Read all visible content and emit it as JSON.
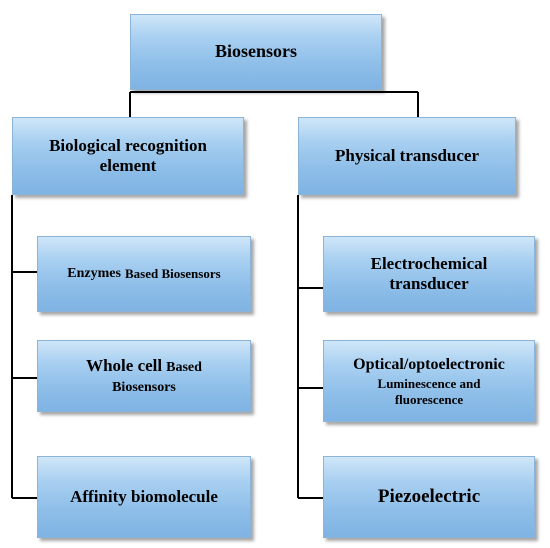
{
  "root": {
    "label": "Biosensors"
  },
  "left_branch": {
    "label": "Biological recognition element",
    "items": [
      {
        "bold_part": "Enzymes",
        "rest": "Based Biosensors"
      },
      {
        "bold_part": "Whole cell",
        "rest": "Based Biosensors"
      },
      {
        "label": "Affinity biomolecule"
      }
    ]
  },
  "right_branch": {
    "label": "Physical transducer",
    "items": [
      {
        "label": "Electrochemical transducer"
      },
      {
        "label": "Optical/optoelectronic",
        "sub": "Luminescence and fluorescence"
      },
      {
        "label": "Piezoelectric"
      }
    ]
  },
  "colors": {
    "connector": "#000000",
    "box_top": "#cfe6f8",
    "box_bottom": "#7fb3e3"
  }
}
